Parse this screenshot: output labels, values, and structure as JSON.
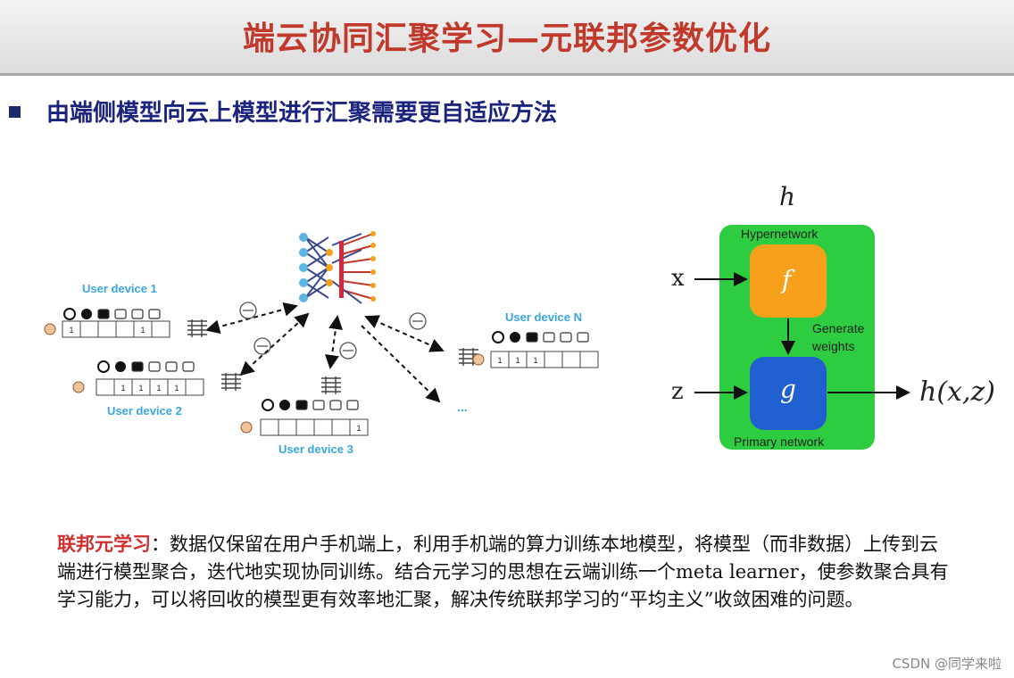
{
  "slide": {
    "title": "端云协同汇聚学习—元联邦参数优化",
    "bullet": "由端侧模型向云上模型进行汇聚需要更自适应方法"
  },
  "left_diagram": {
    "devices": [
      {
        "label": "User device 1",
        "cells": [
          "1",
          "",
          "",
          "",
          "1",
          ""
        ]
      },
      {
        "label": "User device 2",
        "cells": [
          "",
          "1",
          "1",
          "1",
          "1",
          ""
        ]
      },
      {
        "label": "User device 3",
        "cells": [
          "",
          "",
          "",
          "",
          "",
          "1"
        ]
      },
      {
        "label": "User device N",
        "cells": [
          "1",
          "1",
          "1",
          "",
          "",
          ""
        ]
      }
    ],
    "ellipsis": "..."
  },
  "right_diagram": {
    "top_label": "h",
    "container_label": "Hypernetwork",
    "input_x": "x",
    "input_z": "z",
    "f_label": "f",
    "g_label": "g",
    "generate_line1": "Generate",
    "generate_line2": "weights",
    "bottom_label": "Primary network",
    "output_label": "h(x,z)"
  },
  "paragraph": {
    "term": "联邦元学习",
    "text": "：数据仅保留在用户手机端上，利用手机端的算力训练本地模型，将模型（而非数据）上传到云端进行模型聚合，迭代地实现协同训练。结合元学习的思想在云端训练一个meta learner，使参数聚合具有学习能力，可以将回收的模型更有效率地汇聚，解决传统联邦学习的“平均主义”收敛困难的问题。"
  },
  "watermark": "CSDN @同学来啦",
  "colors": {
    "title": "#c0392b",
    "bullet_text": "#1a237e",
    "hypernetwork_bg": "#2ecc40",
    "f_box": "#f7a01c",
    "g_box": "#1f5fcf",
    "device_label": "#3aa6dd",
    "term": "#d32f2f"
  }
}
